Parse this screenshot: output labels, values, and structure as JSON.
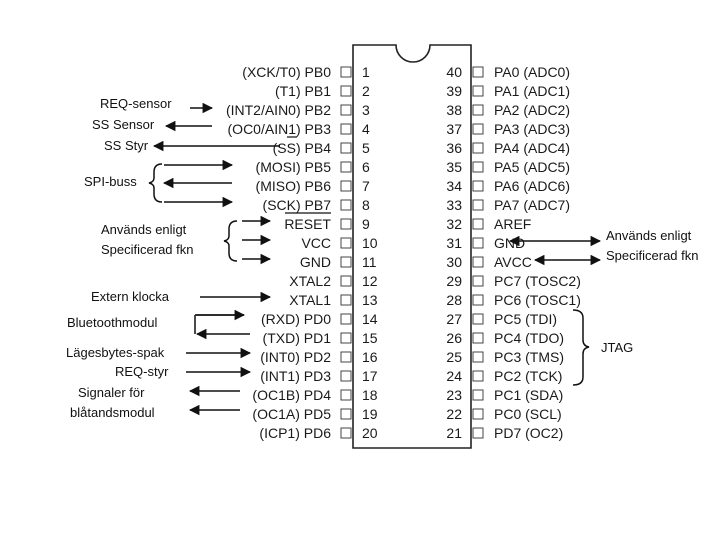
{
  "chip": {
    "left_pins": [
      {
        "num": "1",
        "name": "PB0",
        "alt": "(XCK/T0)"
      },
      {
        "num": "2",
        "name": "PB1",
        "alt": "(T1)"
      },
      {
        "num": "3",
        "name": "PB2",
        "alt": "(INT2/AIN0)"
      },
      {
        "num": "4",
        "name": "PB3",
        "alt": "(OC0/AIN1)"
      },
      {
        "num": "5",
        "name": "PB4",
        "alt": "(SS)"
      },
      {
        "num": "6",
        "name": "PB5",
        "alt": "(MOSI)"
      },
      {
        "num": "7",
        "name": "PB6",
        "alt": "(MISO)"
      },
      {
        "num": "8",
        "name": "PB7",
        "alt": "(SCK)"
      },
      {
        "num": "9",
        "name": "RESET",
        "alt": ""
      },
      {
        "num": "10",
        "name": "VCC",
        "alt": ""
      },
      {
        "num": "11",
        "name": "GND",
        "alt": ""
      },
      {
        "num": "12",
        "name": "XTAL2",
        "alt": ""
      },
      {
        "num": "13",
        "name": "XTAL1",
        "alt": ""
      },
      {
        "num": "14",
        "name": "PD0",
        "alt": "(RXD)"
      },
      {
        "num": "15",
        "name": "PD1",
        "alt": "(TXD)"
      },
      {
        "num": "16",
        "name": "PD2",
        "alt": "(INT0)"
      },
      {
        "num": "17",
        "name": "PD3",
        "alt": "(INT1)"
      },
      {
        "num": "18",
        "name": "PD4",
        "alt": "(OC1B)"
      },
      {
        "num": "19",
        "name": "PD5",
        "alt": "(OC1A)"
      },
      {
        "num": "20",
        "name": "PD6",
        "alt": "(ICP1)"
      }
    ],
    "right_pins": [
      {
        "num": "40",
        "name": "PA0",
        "alt": "(ADC0)"
      },
      {
        "num": "39",
        "name": "PA1",
        "alt": "(ADC1)"
      },
      {
        "num": "38",
        "name": "PA2",
        "alt": "(ADC2)"
      },
      {
        "num": "37",
        "name": "PA3",
        "alt": "(ADC3)"
      },
      {
        "num": "36",
        "name": "PA4",
        "alt": "(ADC4)"
      },
      {
        "num": "35",
        "name": "PA5",
        "alt": "(ADC5)"
      },
      {
        "num": "34",
        "name": "PA6",
        "alt": "(ADC6)"
      },
      {
        "num": "33",
        "name": "PA7",
        "alt": "(ADC7)"
      },
      {
        "num": "32",
        "name": "AREF",
        "alt": ""
      },
      {
        "num": "31",
        "name": "GND",
        "alt": ""
      },
      {
        "num": "30",
        "name": "AVCC",
        "alt": ""
      },
      {
        "num": "29",
        "name": "PC7",
        "alt": "(TOSC2)"
      },
      {
        "num": "28",
        "name": "PC6",
        "alt": "(TOSC1)"
      },
      {
        "num": "27",
        "name": "PC5",
        "alt": "(TDI)"
      },
      {
        "num": "26",
        "name": "PC4",
        "alt": "(TDO)"
      },
      {
        "num": "25",
        "name": "PC3",
        "alt": "(TMS)"
      },
      {
        "num": "24",
        "name": "PC2",
        "alt": "(TCK)"
      },
      {
        "num": "23",
        "name": "PC1",
        "alt": "(SDA)"
      },
      {
        "num": "22",
        "name": "PC0",
        "alt": "(SCL)"
      },
      {
        "num": "21",
        "name": "PD7",
        "alt": "(OC2)"
      }
    ]
  },
  "annotations": {
    "req_sensor": "REQ-sensor",
    "ss_sensor": "SS Sensor",
    "ss_styr": "SS Styr",
    "spi_buss": "SPI-buss",
    "anvands_left_1": "Används enligt",
    "anvands_left_2": "Specificerad fkn",
    "anvands_right_1": "Används enligt",
    "anvands_right_2": "Specificerad fkn",
    "extern_klocka": "Extern klocka",
    "bluetooth": "Bluetoothmodul",
    "lagesbytes": "Lägesbytes-spak",
    "req_styr": "REQ-styr",
    "signaler_1": "Signaler för",
    "signaler_2": "blåtandsmodul",
    "jtag": "JTAG"
  }
}
